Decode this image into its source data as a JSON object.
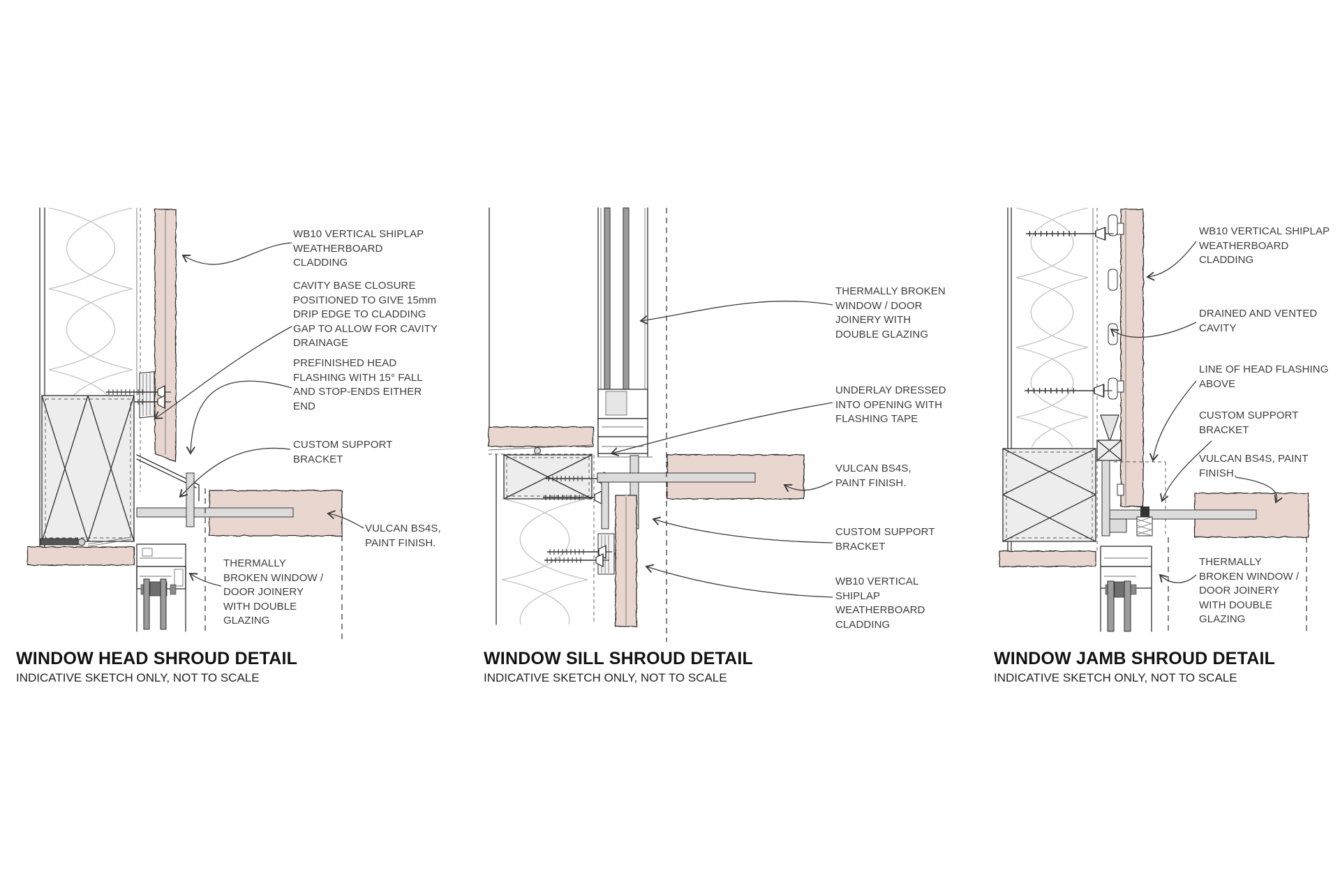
{
  "colors": {
    "background": "#ffffff",
    "timber": "#e9d7cf",
    "framing": "#ededed",
    "glass": "#9c9c9c",
    "bracket": "#dcdcdc",
    "insulation": "#c6c6c6",
    "line": "#2e2e2e"
  },
  "panels": [
    {
      "id": "head",
      "title": "WINDOW HEAD SHROUD DETAIL",
      "subtitle": "INDICATIVE SKETCH ONLY, NOT TO SCALE",
      "labels": [
        {
          "text": "WB10 VERTICAL SHIPLAP\nWEATHERBOARD\nCLADDING"
        },
        {
          "text": "CAVITY BASE CLOSURE\nPOSITIONED TO GIVE 15mm\nDRIP EDGE TO CLADDING\nGAP TO ALLOW FOR CAVITY\nDRAINAGE"
        },
        {
          "text": "PREFINISHED HEAD\nFLASHING WITH 15° FALL\nAND STOP-ENDS EITHER\nEND"
        },
        {
          "text": "CUSTOM SUPPORT\nBRACKET"
        },
        {
          "text": "VULCAN BS4S,\nPAINT FINISH."
        },
        {
          "text": "THERMALLY\nBROKEN WINDOW /\nDOOR JOINERY\nWITH DOUBLE\nGLAZING"
        }
      ]
    },
    {
      "id": "sill",
      "title": "WINDOW SILL SHROUD DETAIL",
      "subtitle": "INDICATIVE SKETCH ONLY, NOT TO SCALE",
      "labels": [
        {
          "text": "THERMALLY BROKEN\nWINDOW / DOOR\nJOINERY WITH\nDOUBLE GLAZING"
        },
        {
          "text": "UNDERLAY DRESSED\nINTO OPENING WITH\nFLASHING TAPE"
        },
        {
          "text": "VULCAN BS4S,\nPAINT FINISH."
        },
        {
          "text": "CUSTOM SUPPORT\nBRACKET"
        },
        {
          "text": "WB10 VERTICAL\nSHIPLAP\nWEATHERBOARD\nCLADDING"
        }
      ]
    },
    {
      "id": "jamb",
      "title": "WINDOW JAMB SHROUD DETAIL",
      "subtitle": "INDICATIVE SKETCH ONLY, NOT TO SCALE",
      "labels": [
        {
          "text": "WB10 VERTICAL SHIPLAP\nWEATHERBOARD\nCLADDING"
        },
        {
          "text": "DRAINED AND VENTED\nCAVITY"
        },
        {
          "text": "LINE OF HEAD FLASHING\nABOVE"
        },
        {
          "text": "CUSTOM SUPPORT\nBRACKET"
        },
        {
          "text": "VULCAN BS4S, PAINT\nFINISH."
        },
        {
          "text": "THERMALLY\nBROKEN WINDOW /\nDOOR JOINERY\nWITH DOUBLE\nGLAZING"
        }
      ]
    }
  ]
}
